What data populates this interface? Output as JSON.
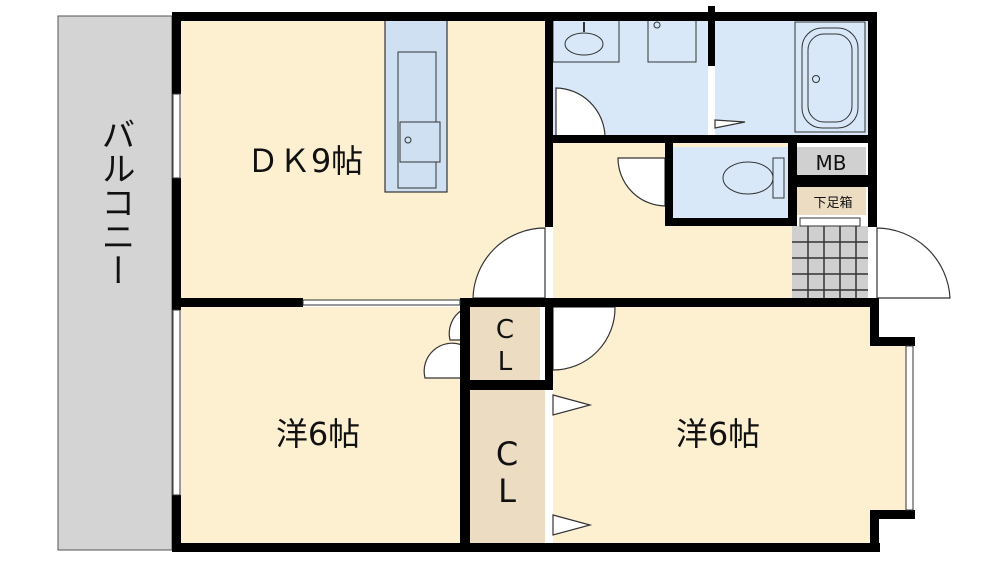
{
  "rooms": {
    "balcony": "バルコニー",
    "dk": "ＤＫ9帖",
    "western_left": "洋6帖",
    "western_right": "洋6帖",
    "closet_top": [
      "C",
      "L"
    ],
    "closet_bottom": [
      "C",
      "L"
    ],
    "meter_box": "MB",
    "shoe_cabinet": "下足箱"
  },
  "colors": {
    "floor": "#fdf0d0",
    "wet": "#d8e8f8",
    "closet": "#ebdcc2",
    "balcony": "#d4d4d4",
    "wall": "#000000"
  }
}
